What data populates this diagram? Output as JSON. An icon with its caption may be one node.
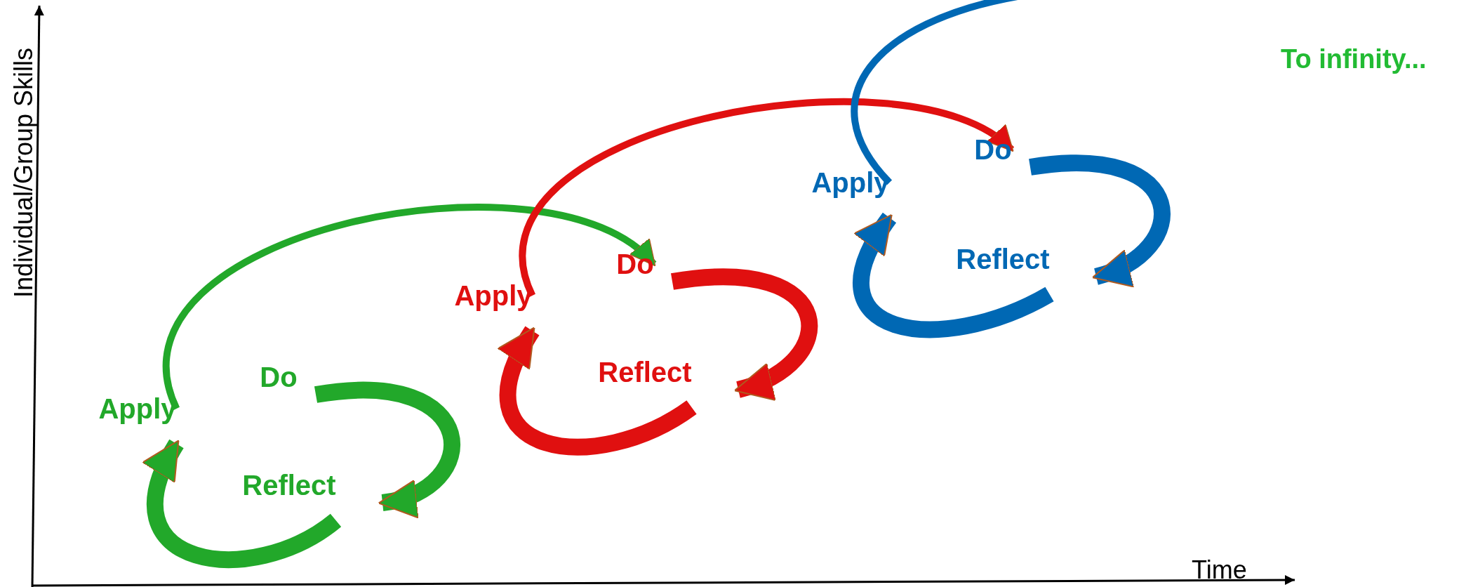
{
  "diagram": {
    "nodes": [
      {
        "text": [
          "Apply"
        ]
      },
      {
        "text": [
          "Do"
        ]
      },
      {
        "text": [
          "Reflect"
        ]
      },
      {
        "text": [
          "Apply"
        ]
      },
      {
        "text": [
          "Do"
        ]
      },
      {
        "text": [
          "Reflect"
        ]
      },
      {
        "text": [
          "Apply"
        ]
      },
      {
        "text": [
          "Do"
        ]
      },
      {
        "text": [
          "Reflect"
        ]
      }
    ],
    "edges": [
      {
        "from": 1,
        "to": 2,
        "arrow": "to",
        "color": "#22a82a"
      },
      {
        "from": 2,
        "to": 0,
        "arrow": "to",
        "color": "#22a82a"
      },
      {
        "from": 0,
        "to": 4,
        "arrow": "to",
        "color": "#22a82a"
      },
      {
        "from": 4,
        "to": 5,
        "arrow": "to",
        "color": "#e01010"
      },
      {
        "from": 5,
        "to": 3,
        "arrow": "to",
        "color": "#e01010"
      },
      {
        "from": 3,
        "to": 7,
        "arrow": "to",
        "color": "#e01010"
      },
      {
        "from": 7,
        "to": 8,
        "arrow": "to",
        "color": "#0068b4"
      },
      {
        "from": 8,
        "to": 6,
        "arrow": "to",
        "color": "#0068b4"
      },
      {
        "from": 6,
        "to": null,
        "arrow": "none",
        "color": "#0068b4"
      }
    ],
    "labels": [
      "Individual/Group Skills",
      "Time",
      "To infinity..."
    ]
  }
}
